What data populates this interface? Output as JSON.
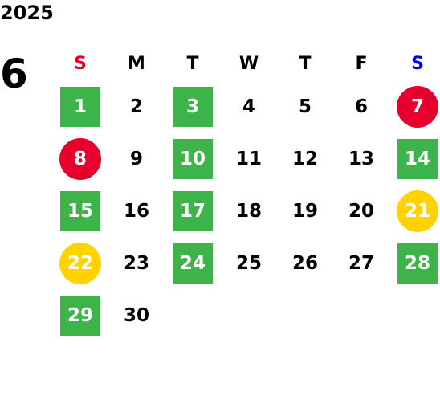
{
  "year": "2025",
  "month": "6",
  "colors": {
    "green": "#3cb44a",
    "red": "#e5002d",
    "yellow": "#ffd200",
    "sunday_header": "#e5002d",
    "saturday_header": "#0000e0",
    "text": "#000000"
  },
  "weekdays": [
    {
      "label": "S",
      "color": "#e5002d"
    },
    {
      "label": "M",
      "color": "#000000"
    },
    {
      "label": "T",
      "color": "#000000"
    },
    {
      "label": "W",
      "color": "#000000"
    },
    {
      "label": "T",
      "color": "#000000"
    },
    {
      "label": "F",
      "color": "#000000"
    },
    {
      "label": "S",
      "color": "#0000e0"
    }
  ],
  "weeks": [
    [
      {
        "day": "1",
        "style": "green"
      },
      {
        "day": "2",
        "style": "plain"
      },
      {
        "day": "3",
        "style": "green"
      },
      {
        "day": "4",
        "style": "plain"
      },
      {
        "day": "5",
        "style": "plain"
      },
      {
        "day": "6",
        "style": "plain"
      },
      {
        "day": "7",
        "style": "red"
      }
    ],
    [
      {
        "day": "8",
        "style": "red"
      },
      {
        "day": "9",
        "style": "plain"
      },
      {
        "day": "10",
        "style": "green"
      },
      {
        "day": "11",
        "style": "plain"
      },
      {
        "day": "12",
        "style": "plain"
      },
      {
        "day": "13",
        "style": "plain"
      },
      {
        "day": "14",
        "style": "green"
      }
    ],
    [
      {
        "day": "15",
        "style": "green"
      },
      {
        "day": "16",
        "style": "plain"
      },
      {
        "day": "17",
        "style": "green"
      },
      {
        "day": "18",
        "style": "plain"
      },
      {
        "day": "19",
        "style": "plain"
      },
      {
        "day": "20",
        "style": "plain"
      },
      {
        "day": "21",
        "style": "yellow"
      }
    ],
    [
      {
        "day": "22",
        "style": "yellow"
      },
      {
        "day": "23",
        "style": "plain"
      },
      {
        "day": "24",
        "style": "green"
      },
      {
        "day": "25",
        "style": "plain"
      },
      {
        "day": "26",
        "style": "plain"
      },
      {
        "day": "27",
        "style": "plain"
      },
      {
        "day": "28",
        "style": "green"
      }
    ],
    [
      {
        "day": "29",
        "style": "green"
      },
      {
        "day": "30",
        "style": "plain"
      },
      {
        "day": "",
        "style": "empty"
      },
      {
        "day": "",
        "style": "empty"
      },
      {
        "day": "",
        "style": "empty"
      },
      {
        "day": "",
        "style": "empty"
      },
      {
        "day": "",
        "style": "empty"
      }
    ]
  ]
}
